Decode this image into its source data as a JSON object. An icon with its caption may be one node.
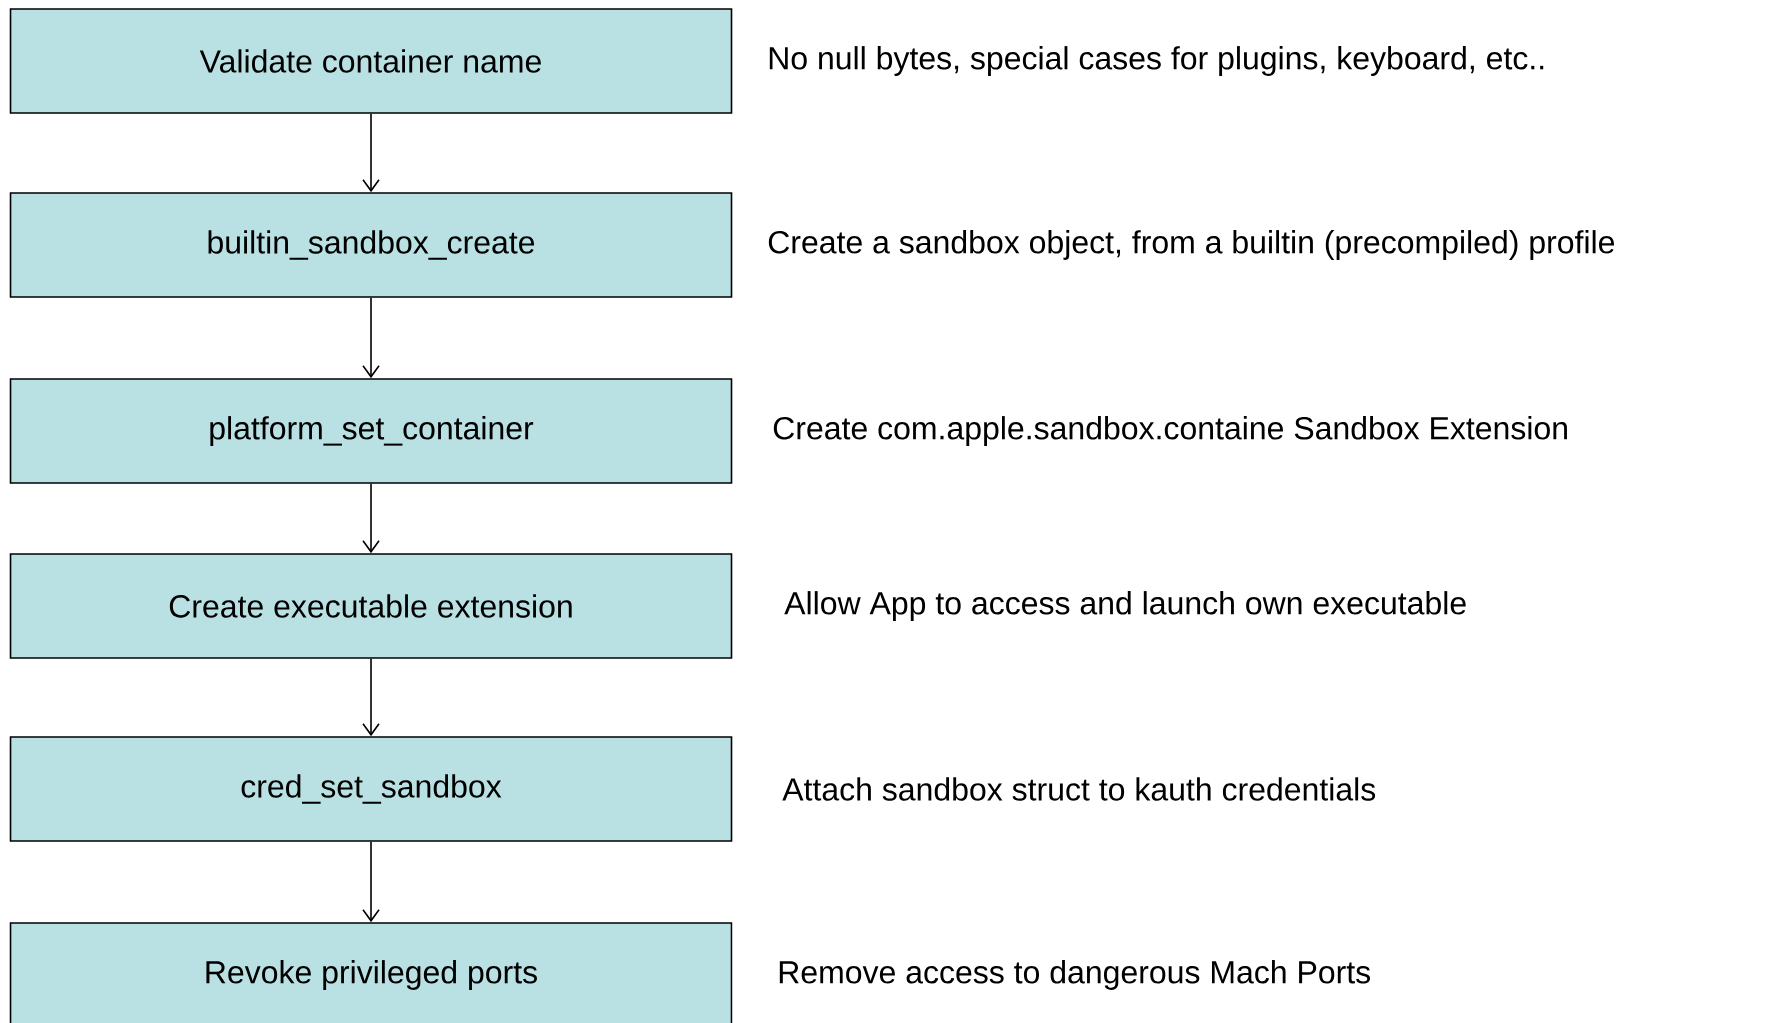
{
  "diagram": {
    "nodes": [
      {
        "text": [
          "Validate container name"
        ],
        "beside": [
          "No null bytes, special cases for plugins, keyboard, etc.."
        ]
      },
      {
        "text": [
          "builtin_sandbox_create"
        ],
        "beside": [
          "Create a sandbox object, from a builtin (precompiled) profile"
        ]
      },
      {
        "text": [
          "platform_set_container"
        ],
        "beside": [
          "Create com.apple.sandbox.containe Sandbox Extension"
        ]
      },
      {
        "text": [
          "Create executable extension"
        ],
        "beside": [
          "Allow App to access and launch own executable"
        ]
      },
      {
        "text": [
          "cred_set_sandbox"
        ],
        "beside": [
          "Attach sandbox struct to kauth credentials"
        ]
      },
      {
        "text": [
          "Revoke privileged ports"
        ],
        "beside": [
          "Remove access to dangerous Mach Ports"
        ]
      }
    ],
    "edges": [
      {
        "from": 0,
        "to": 1,
        "arrow": "to"
      },
      {
        "from": 1,
        "to": 2,
        "arrow": "to"
      },
      {
        "from": 2,
        "to": 3,
        "arrow": "to"
      },
      {
        "from": 3,
        "to": 4,
        "arrow": "to"
      },
      {
        "from": 4,
        "to": 5,
        "arrow": "to"
      }
    ]
  }
}
